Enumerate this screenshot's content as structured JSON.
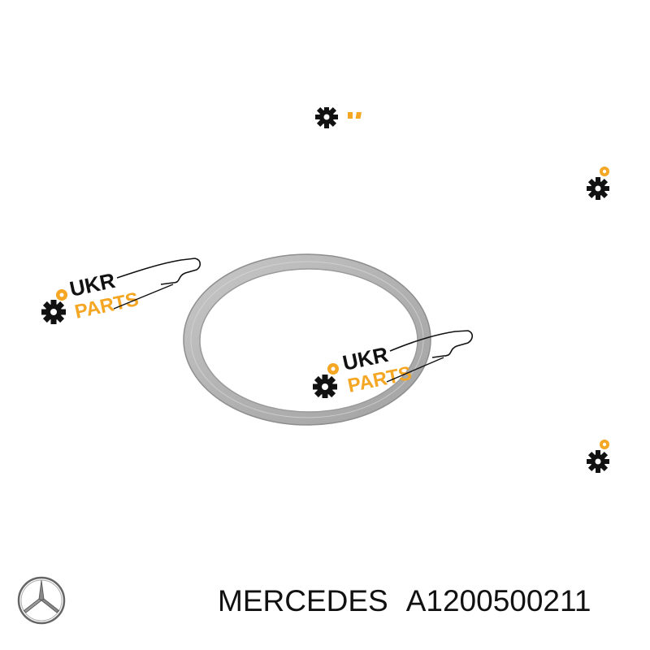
{
  "product": {
    "brand": "MERCEDES",
    "part_number": "A1200500211",
    "image_subject": "sealing-ring-photo"
  },
  "watermark": {
    "line1": "UKR",
    "line2": "PARTS",
    "icon": "gear-icon"
  },
  "brand_logo": {
    "icon": "mercedes-star-icon"
  },
  "colors": {
    "background": "#ffffff",
    "ring_metal": "#b9b9b9",
    "watermark_dark": "#111111",
    "watermark_accent": "#f5a623",
    "text": "#111111"
  }
}
